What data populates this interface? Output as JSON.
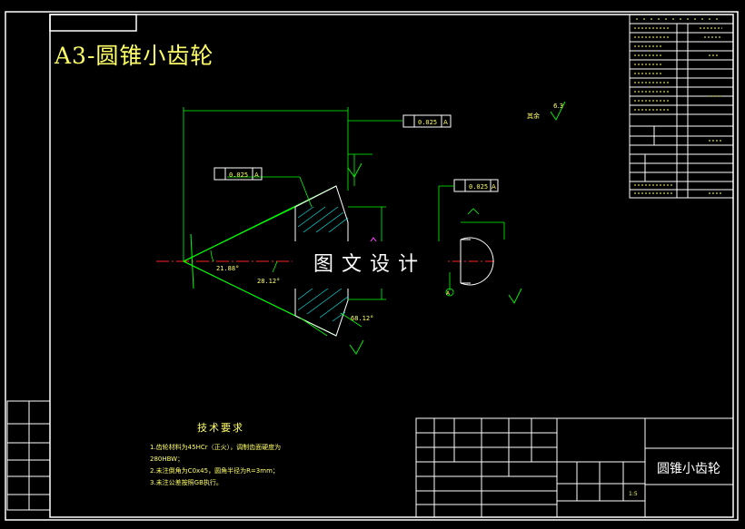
{
  "drawing": {
    "title": "A3-圆锥小齿轮",
    "watermark": "图文设计",
    "title_block_name": "圆锥小齿轮"
  },
  "tech_requirements": {
    "heading": "技术要求",
    "lines": [
      "1.齿轮材料为45HCr（正火），调制齿面硬度为",
      "280HBW；",
      "2.未注倒角为C0x45，圆角半径为R=3mm；",
      "3.未注公差按照GB执行。"
    ]
  },
  "annotations": {
    "left_angle": "21.88°",
    "mid_angle": "28.12°",
    "right_angle": "68.12°",
    "roughness": "6.3",
    "rest": "其余",
    "tolerance_a": "0.025",
    "tolerance_b": "0.025",
    "tolerance_c": "0.025",
    "datum": "A",
    "scale": "1:5"
  },
  "colors": {
    "frame": "#ffffff",
    "geometry": "#00ff00",
    "text": "#ffff66",
    "centerline": "#ff2222",
    "hatch": "#00e0e0",
    "title_block": "#ffffff"
  }
}
